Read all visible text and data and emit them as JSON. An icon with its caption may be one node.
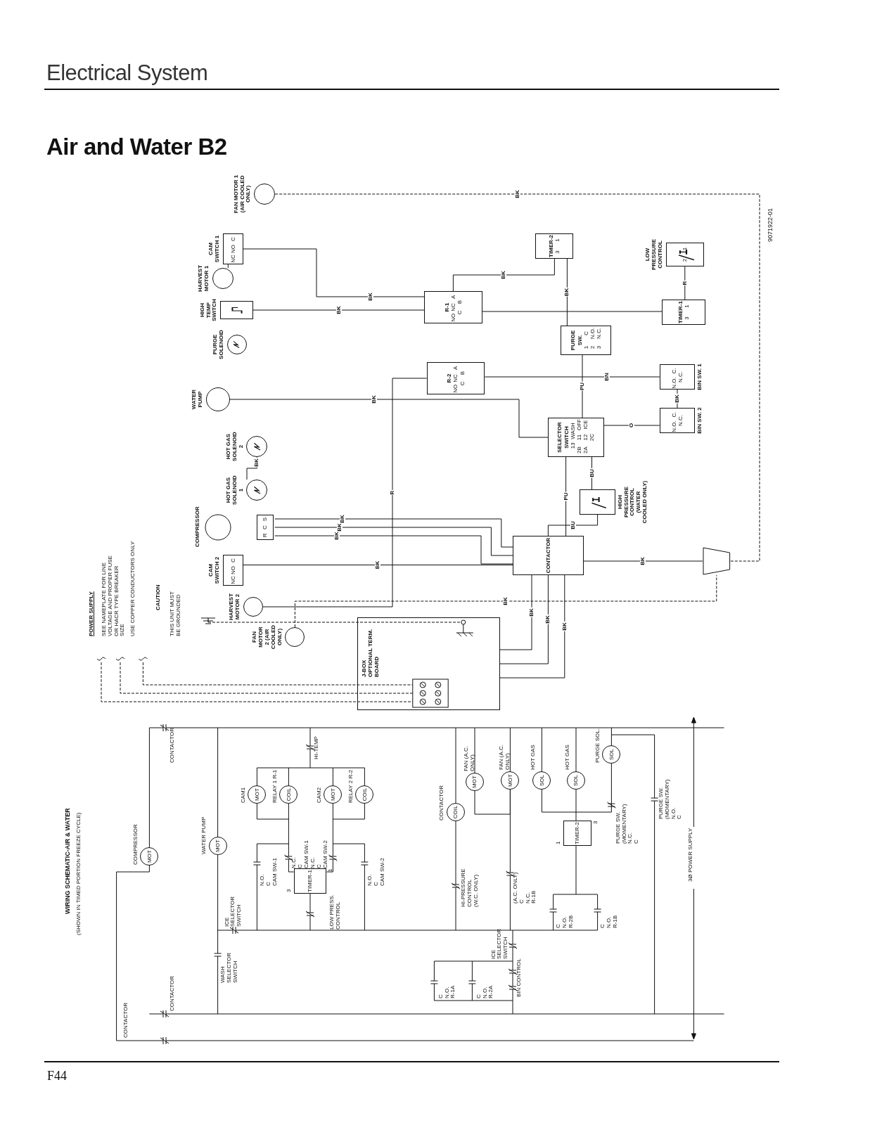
{
  "diagram": {
    "title": "Air and Water B2",
    "nodes": [
      {
        "text": [
          "FAN MOTOR 1 (AIR COOLED ONLY)"
        ]
      },
      {
        "text": [
          "CAM SWITCH 1",
          "NC",
          "NO",
          "C"
        ]
      },
      {
        "text": [
          "HARVEST MOTOR 1"
        ]
      },
      {
        "text": [
          "HIGH TEMP SWITCH"
        ]
      },
      {
        "text": [
          "PURGE SOLENOID"
        ]
      },
      {
        "text": [
          "WATER PUMP"
        ]
      },
      {
        "text": [
          "HOT GAS SOLENOID 2"
        ]
      },
      {
        "text": [
          "HOT GAS SOLENOID 1"
        ]
      },
      {
        "text": [
          "COMPRESSOR",
          "R",
          "C",
          "S"
        ]
      },
      {
        "text": [
          "CAM SWITCH 2",
          "NC",
          "NO",
          "C"
        ]
      },
      {
        "text": [
          "HARVEST MOTOR 2"
        ]
      },
      {
        "text": [
          "FAN MOTOR 2 (AIR COOLED ONLY)"
        ]
      },
      {
        "text": [
          "TIMER-2",
          "3",
          "1"
        ]
      },
      {
        "text": [
          "LOW PRESSURE CONTROL",
          "2",
          "1"
        ]
      },
      {
        "text": [
          "R-1",
          "NO",
          "NC",
          "A",
          "C",
          "B"
        ]
      },
      {
        "text": [
          "TIMER-1",
          "3",
          "1"
        ]
      },
      {
        "text": [
          "PURGE SW.",
          "1",
          "C",
          "2",
          "N.O.",
          "3",
          "N.C."
        ]
      },
      {
        "text": [
          "R-2",
          "NO",
          "NC",
          "A",
          "C",
          "B"
        ]
      },
      {
        "text": [
          "BIN SW. 1",
          "N.O.",
          "C.",
          "N.C."
        ]
      },
      {
        "text": [
          "SELECTOR SWITCH",
          "13",
          "WASH",
          "2B",
          "11",
          "OFF",
          "2A",
          "12",
          "ICE",
          "2C"
        ]
      },
      {
        "text": [
          "BIN SW. 2",
          "N.O.",
          "C.",
          "N.C."
        ]
      },
      {
        "text": [
          "HIGH PRESSURE CONTROL (WATER COOLED ONLY)"
        ]
      },
      {
        "text": [
          "CONTACTOR"
        ]
      },
      {
        "text": [],
        "shape": "box"
      },
      {
        "text": [
          "J-BOX",
          "OPTIONAL TERM. BOARD"
        ]
      },
      {
        "text": [
          "MOT"
        ],
        "beside": [
          "COMPRESSOR"
        ]
      },
      {
        "text": [
          "MOT"
        ],
        "beside": [
          "WATER PUMP"
        ]
      },
      {
        "text": [
          "MOT"
        ],
        "beside": [
          "CAM1"
        ]
      },
      {
        "text": [
          "COIL"
        ],
        "beside": [
          "RELAY 1 R-1"
        ]
      },
      {
        "text": [
          "MOT"
        ],
        "beside": [
          "CAM2"
        ]
      },
      {
        "text": [
          "COIL"
        ],
        "beside": [
          "RELAY 2 R-2"
        ]
      },
      {
        "text": [
          "TIMER-1"
        ],
        "beside": [
          "1",
          "3"
        ]
      },
      {
        "text": [
          "COIL"
        ],
        "beside": [
          "CONTACTOR"
        ]
      },
      {
        "text": [
          "MOT"
        ],
        "beside": [
          "FAN (A.C. ONLY)"
        ]
      },
      {
        "text": [
          "MOT"
        ],
        "beside": [
          "FAN (A.C. ONLY)"
        ]
      },
      {
        "text": [
          "SOL"
        ],
        "beside": [
          "HOT GAS"
        ]
      },
      {
        "text": [
          "SOL"
        ],
        "beside": [
          "HOT GAS"
        ]
      },
      {
        "text": [
          "TIMER-2"
        ],
        "beside": [
          "3",
          "1"
        ]
      },
      {
        "text": [
          "SOL"
        ],
        "beside": [
          "PURGE SOL."
        ]
      }
    ],
    "edges": [
      {
        "from": 0,
        "to": 23,
        "arrow": "none",
        "label": "BK",
        "style": "dashed"
      },
      {
        "from": 1,
        "to": 2,
        "arrow": "none"
      },
      {
        "from": 1,
        "to": 14,
        "arrow": "none",
        "label": "BK"
      },
      {
        "from": 12,
        "to": 14,
        "arrow": "none",
        "label": "BK"
      },
      {
        "from": 12,
        "to": 16,
        "arrow": "none",
        "label": "BK"
      },
      {
        "from": 13,
        "to": 15,
        "arrow": "none",
        "label": "R"
      },
      {
        "from": 14,
        "to": 15,
        "arrow": "none"
      },
      {
        "from": 16,
        "to": 19,
        "arrow": "none",
        "label": "PU"
      },
      {
        "from": 18,
        "to": 17,
        "arrow": "none",
        "label": "BN"
      },
      {
        "from": 18,
        "to": 20,
        "arrow": "none",
        "label": "BK"
      },
      {
        "from": 20,
        "to": 19,
        "arrow": "none",
        "label": "O"
      },
      {
        "from": 19,
        "to": 22,
        "arrow": "none",
        "label": "PU"
      },
      {
        "from": 19,
        "to": 21,
        "arrow": "none",
        "label": "BU"
      },
      {
        "from": 21,
        "to": 22,
        "arrow": "none",
        "label": "BU"
      },
      {
        "from": 6,
        "to": 7,
        "arrow": "none",
        "label": "BK"
      },
      {
        "from": 8,
        "to": 22,
        "arrow": "none",
        "label": "BK"
      },
      {
        "from": 8,
        "to": 22,
        "arrow": "none",
        "label": "BK"
      },
      {
        "from": 8,
        "to": 22,
        "arrow": "none",
        "label": "BK"
      },
      {
        "from": 11,
        "to": 23,
        "arrow": "none",
        "label": "BK",
        "style": "dashed"
      },
      {
        "from": 24,
        "to": 22,
        "arrow": "none",
        "label": "BK"
      },
      {
        "from": 24,
        "to": 22,
        "arrow": "none",
        "label": "BK"
      },
      {
        "from": 24,
        "to": 22,
        "arrow": "none",
        "label": "BK"
      },
      {
        "from": 22,
        "to": 23,
        "arrow": "none",
        "label": "BK"
      },
      {
        "from": 3,
        "to": 14,
        "arrow": "none",
        "label": "BK"
      },
      {
        "from": 5,
        "to": 19,
        "arrow": "none",
        "label": "BK"
      },
      {
        "from": 9,
        "to": 22,
        "arrow": "none",
        "label": "BK"
      },
      {
        "from": 10,
        "to": 17,
        "arrow": "none",
        "label": "R"
      },
      {
        "from": 27,
        "to": 28,
        "arrow": "none"
      },
      {
        "from": 29,
        "to": 30,
        "arrow": "none"
      },
      {
        "from": 33,
        "to": 34,
        "arrow": "none"
      },
      {
        "from": 36,
        "to": 37,
        "arrow": "none"
      },
      {
        "from": 35,
        "to": 38,
        "arrow": "none"
      }
    ],
    "labels": [
      "Electrical System",
      "9071922-01",
      "POWER SUPPLY",
      "SEE NAMEPLATE FOR LINE VOLTAGE AND PROPER FUSE OR HACR TYPE BREAKER SIZE",
      "USE COPPER CONDUCTORS ONLY",
      "CAUTION",
      "THIS UNIT MUST BE GROUNDED",
      "WIRING SCHEMATIC-AIR & WATER",
      "(SHOWN IN TIMED PORTION FREEZE CYCLE)",
      "CONTACTOR",
      "HI-TEMP",
      "N.O.",
      "C",
      "CAM SW-1",
      "N.C.",
      "C",
      "CAM SW-1",
      "N.C.",
      "C",
      "CAM SW-2",
      "N.O.",
      "C",
      "CAM SW-2",
      "LOW PRESS. CONTROL",
      "HI-PRESSURE CONTROL",
      "(W.C. ONLY)",
      "(A.C. ONLY)",
      "C",
      "N.C.",
      "R-1B",
      "PURGE SW. (MOMENTARY)",
      "N.C.",
      "C",
      "PURGE SW. (MOMENTARY)",
      "N.O.",
      "C",
      "C",
      "N.O.",
      "R-2B",
      "C",
      "N.O.",
      "R-1B",
      "3Ø POWER SUPPLY",
      "ICE",
      "SELECTOR SWITCH",
      "WASH",
      "SELECTOR SWITCH",
      "ICE",
      "SELECTOR SWITCH",
      "C",
      "N.O.",
      "R-1A",
      "C",
      "N.O.",
      "R-2A",
      "BIN CONTROL",
      "CONTACTOR",
      "CONTACTOR",
      "F44"
    ]
  }
}
